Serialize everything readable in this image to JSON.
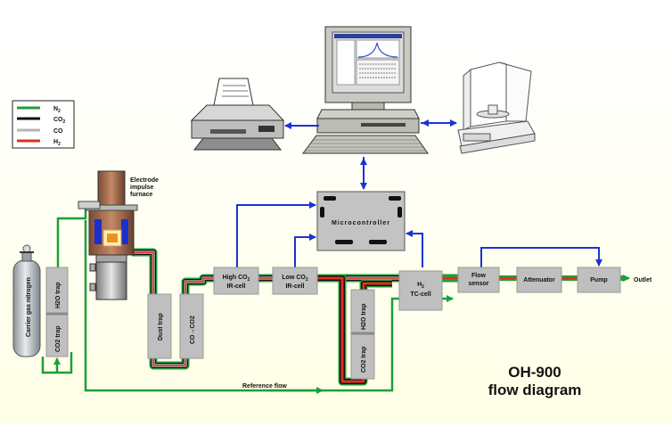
{
  "legend": {
    "items": [
      {
        "label": "N",
        "sub": "2",
        "color": "#1e9e3a"
      },
      {
        "label": "CO",
        "sub": "2",
        "color": "#111111"
      },
      {
        "label": "CO",
        "sub": "",
        "color": "#b5b5b5"
      },
      {
        "label": "H",
        "sub": "2",
        "color": "#e0301e"
      }
    ]
  },
  "furnace": {
    "label_line1": "Electrode",
    "label_line2": "impulse",
    "label_line3": "furnace"
  },
  "gas": {
    "cylinder_label": "Carrier gas nitrogen",
    "h2o_trap": "H2O trap",
    "co2_trap": "CO2 trap"
  },
  "boxes": {
    "dust_trap": "Dust trap",
    "co_co2": "CO→CO2",
    "high_co2_l1": "High CO",
    "high_co2_l2": "IR-cell",
    "low_co2_l1": "Low CO",
    "low_co2_l2": "IR-cell",
    "h2o_trap2": "H2O trap",
    "co2_trap2": "CO2 trap",
    "tc_l1": "H",
    "tc_l2": "TC-cell",
    "flow_l1": "Flow",
    "flow_l2": "sensor",
    "attenuator": "Attenuator",
    "pump": "Pump",
    "outlet": "Outlet",
    "microcontroller": "Microcontroller",
    "reference_flow": "Reference flow"
  },
  "title": {
    "line1": "OH-900",
    "line2": "flow diagram"
  },
  "colors": {
    "n2": "#1e9e3a",
    "co2": "#111111",
    "co": "#b5b5b5",
    "h2": "#e0301e",
    "signal": "#1a33d6"
  }
}
